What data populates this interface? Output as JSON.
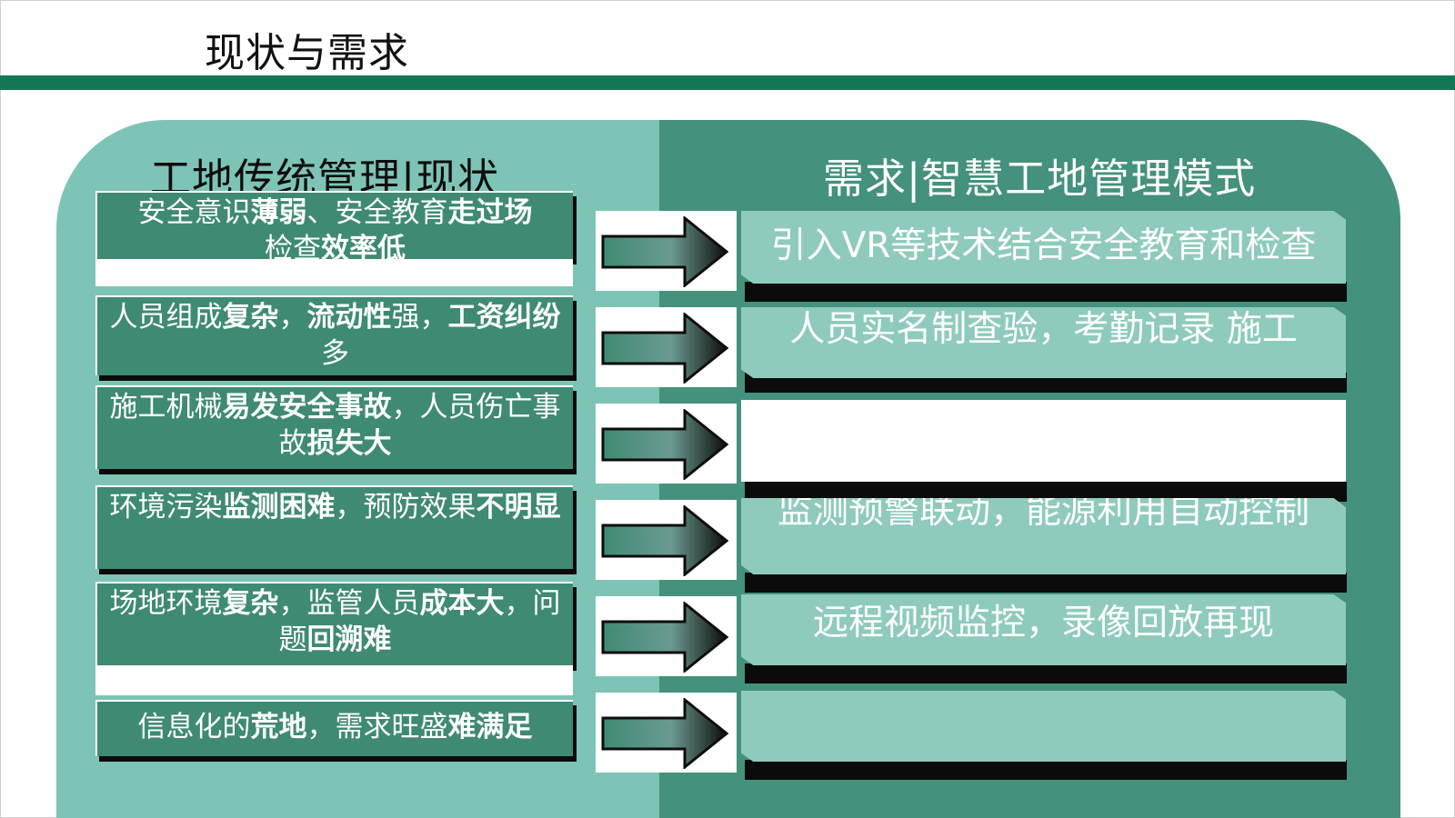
{
  "slide": {
    "title": "现状与需求",
    "left_heading": "工地传统管理|现状",
    "right_heading": "需求|智慧工地管理模式"
  },
  "colors": {
    "title_bar": "#15775a",
    "left_background": "#7ec4b6",
    "right_background": "#44917d",
    "problem_box": "#3f8a74",
    "solution_box": "#8ecbbd"
  },
  "icons": [
    "right-arrow-icon",
    "right-arrow-icon",
    "right-arrow-icon",
    "right-arrow-icon",
    "right-arrow-icon",
    "right-arrow-icon"
  ],
  "problems": [
    {
      "parts": [
        "安全意识",
        "薄弱",
        "、安全教育",
        "走过场",
        "检查",
        "效率低"
      ]
    },
    {
      "parts": [
        "人员组成",
        "复杂",
        "，",
        "流动性",
        "强，",
        "工资纠纷",
        "多"
      ]
    },
    {
      "parts": [
        "施工机械",
        "易发安全事故",
        "，人员伤亡事故",
        "损失大"
      ]
    },
    {
      "parts": [
        "环境污染",
        "监测困难",
        "，预防效果",
        "不明显"
      ]
    },
    {
      "parts": [
        "场地环境",
        "复杂",
        "，监管人员",
        "成本大",
        "，问题",
        "回溯难"
      ]
    },
    {
      "parts": [
        "信息化的",
        "荒地",
        "，需求旺盛",
        "难满足"
      ]
    }
  ],
  "solutions": [
    {
      "text": "引入VR等技术结合安全教育和检查"
    },
    {
      "text": "人员实名制查验，考勤记录 施工"
    },
    {
      "text": ""
    },
    {
      "text": "监测预警联动，能源利用自动控制"
    },
    {
      "text": "远程视频监控，录像回放再现"
    },
    {
      "text": ""
    }
  ]
}
